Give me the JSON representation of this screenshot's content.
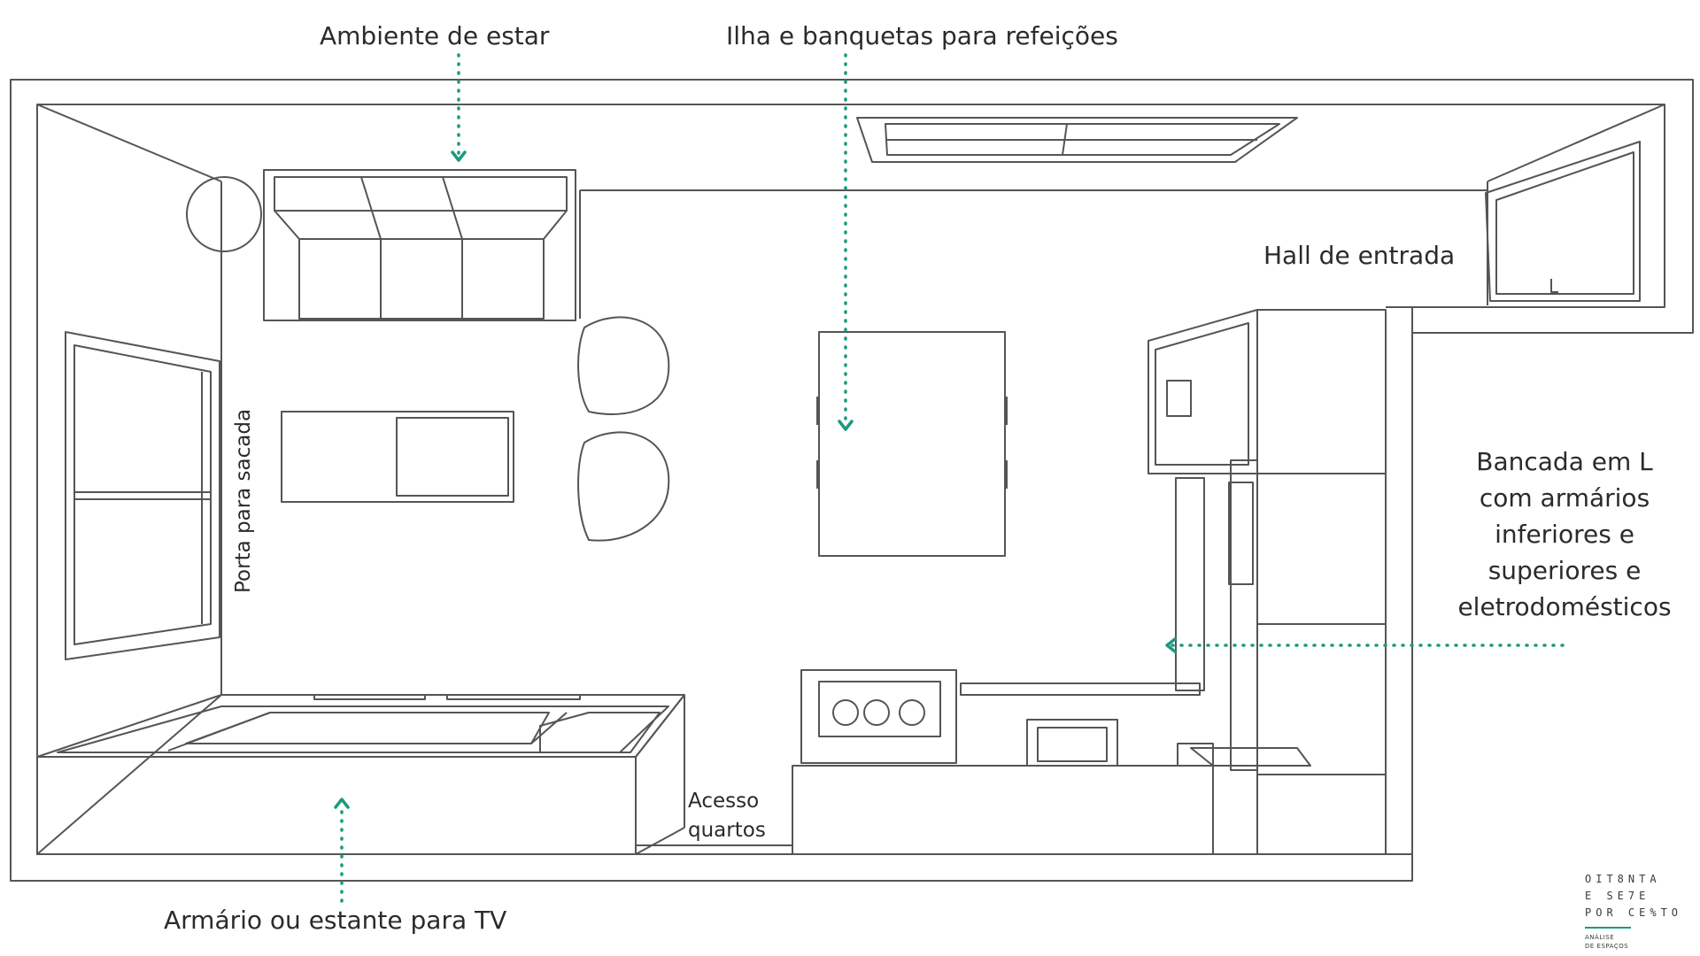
{
  "labels": {
    "living": "Ambiente de estar",
    "island": "Ilha e banquetas para refeições",
    "hall": "Hall de entrada",
    "balcony_door": "Porta para sacada",
    "counter_lines": [
      "Bancada em L",
      "com armários",
      "inferiores e",
      "superiores e",
      "eletrodomésticos"
    ],
    "bedrooms_lines": [
      "Acesso",
      "quartos"
    ],
    "tv_unit": "Armário ou estante para TV"
  },
  "logo": {
    "rows": [
      "OIT8NTA",
      "E SE7E",
      "POR CE%TO"
    ],
    "subtitle_lines": [
      "ANÁLISE",
      "DE ESPAÇOS"
    ]
  },
  "colors": {
    "accent": "#1a9a7f",
    "line": "#555555",
    "text": "#2b2b2b"
  }
}
